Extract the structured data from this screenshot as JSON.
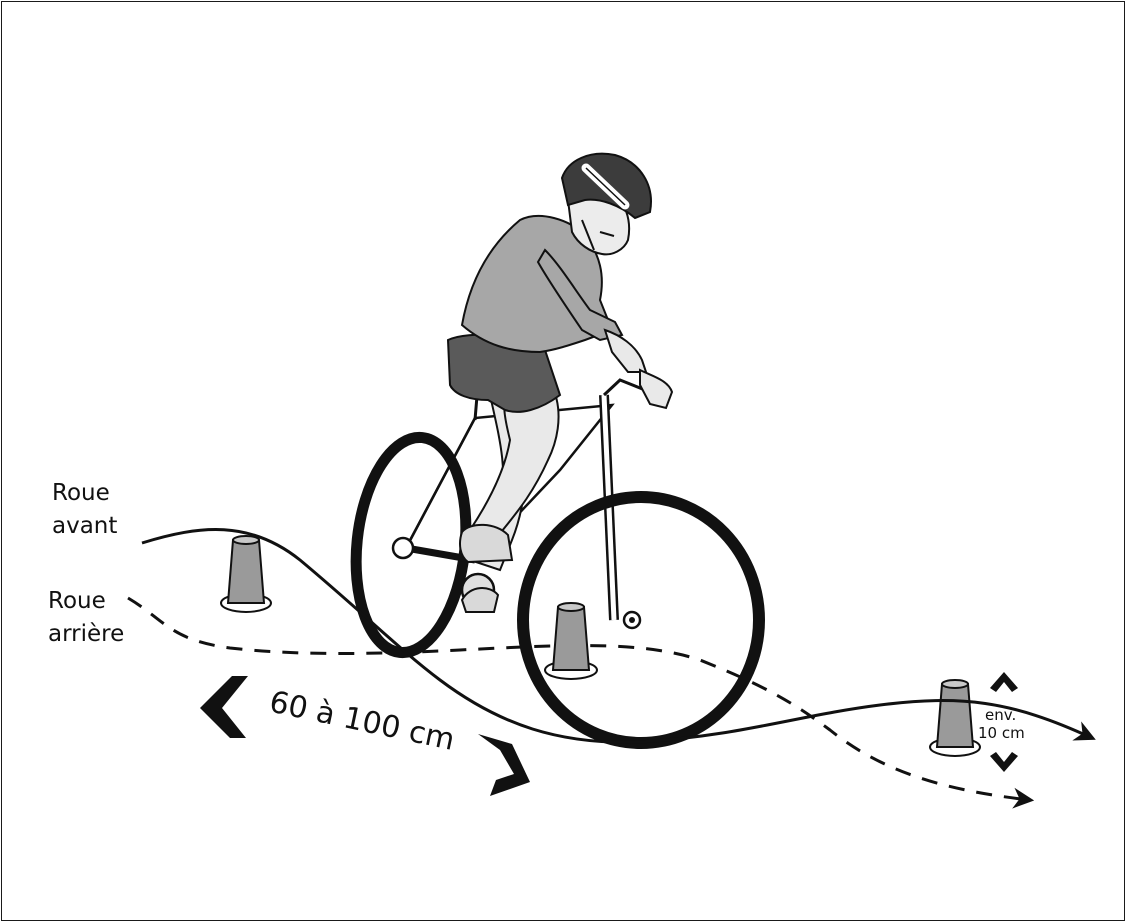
{
  "labels": {
    "front_wheel": [
      "Roue",
      "avant"
    ],
    "rear_wheel": [
      "Roue",
      "arrière"
    ],
    "distance": "60 à 100 cm",
    "cone_height": [
      "env.",
      "10 cm"
    ]
  },
  "colors": {
    "ink": "#111111",
    "cone": "#9a9a9a",
    "jersey": "#a7a7a7",
    "shorts": "#5a5a5a",
    "skin": "#e9e9e9",
    "helmet": "#3c3c3c"
  },
  "icons": {
    "distance_arrows": "chevron-left-right",
    "height_arrows": "chevron-up-down",
    "path_arrowheads": "arrow-right"
  }
}
